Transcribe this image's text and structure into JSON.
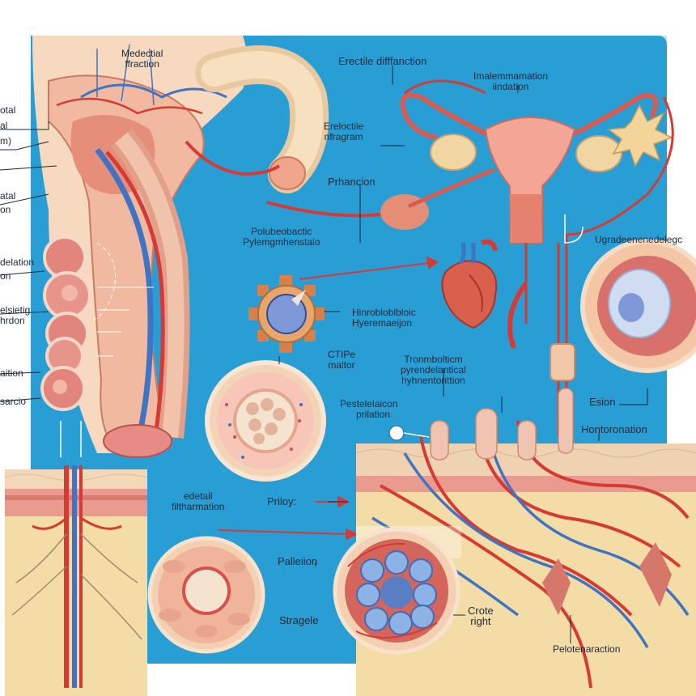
{
  "labels": {
    "medical_function": [
      "Medectial",
      "ffraction"
    ],
    "erectile_dysfunction": "Erectile difffanction",
    "inflammation_induction": [
      "Imalemmamation",
      "iindation"
    ],
    "erectile_diagram": [
      "Ereloctile",
      "nfragram"
    ],
    "phrancion": "Prhancion",
    "polyhemoblastic": [
      "Polubeobactic",
      "Pylemgmhenstaio"
    ],
    "hemoblastic_hyperemation": [
      "Hinrobloblbloic",
      "Hyeremaeijon"
    ],
    "ctipe_motor": [
      "CTIPe",
      "maltor"
    ],
    "thromboticm_hypertension": [
      "Tronmbolticm",
      "pyrendelantical",
      "hyhnentonttion"
    ],
    "upper_right": "Ugradeenenedelegc",
    "petelelection": [
      "Pestelelaicon",
      "prilation"
    ],
    "esion": "Esion",
    "hontorenation": "Hontoronation",
    "left_1": [
      "otal",
      "al",
      "m)"
    ],
    "left_2": [
      "atal",
      "on"
    ],
    "left_3": [
      "delation",
      "on"
    ],
    "left_4": [
      "elsietig",
      "hrdon"
    ],
    "left_5": "aition",
    "left_6": "sarcio",
    "edelal_filamentation": [
      "edetail",
      "filtharmation"
    ],
    "prioloy": "Priloy:",
    "palletion": "Palleiion",
    "stragele": "Stragele",
    "crote_right": [
      "Crote",
      "right"
    ],
    "pelotenaction": "Pelotenaraction"
  },
  "colors": {
    "panel_blue": "#2aa2d6",
    "artery_red": "#d63a35",
    "vein_blue": "#3f73c4",
    "skin": "#f4cdb0",
    "tissue_yellow": "#f2d79a"
  }
}
